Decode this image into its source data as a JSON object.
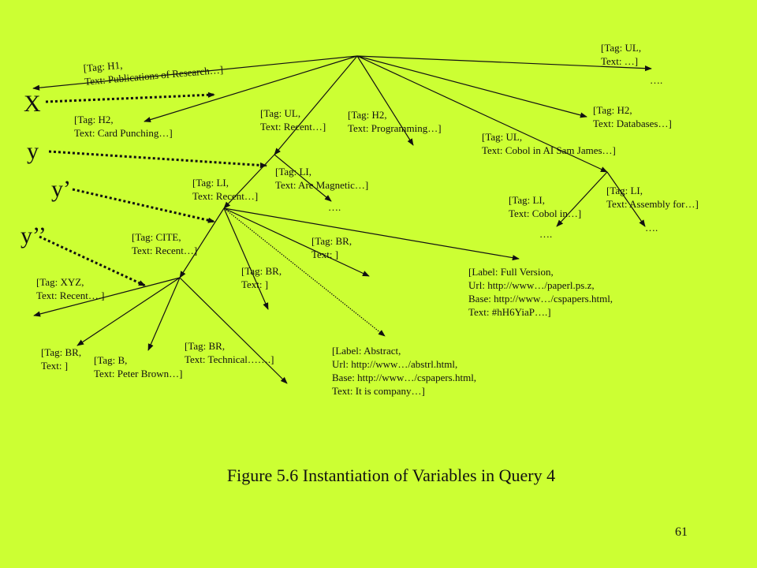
{
  "variables": {
    "x": "X",
    "y": "y",
    "y1": "y’",
    "y2": "y’’"
  },
  "nodes": {
    "h1": "[Tag: H1,\nText: Publications of Research…]",
    "ul_top": "[Tag: UL,\nText: …]",
    "h2_card": "[Tag: H2,\nText: Card Punching…]",
    "ul_recent": "[Tag: UL,\nText: Recent…]",
    "h2_prog": "[Tag: H2,\nText: Programming…]",
    "h2_db": "[Tag: H2,\nText: Databases…]",
    "ul_cobol": "[Tag: UL,\nText: Cobol in AI Sam James…]",
    "li_recent": "[Tag: LI,\nText: Recent…]",
    "li_magnetic": "[Tag: LI,\nText: Are Magnetic…]",
    "li_cobol": "[Tag: LI,\nText: Cobol in…]",
    "li_assembly": "[Tag: LI,\nText: Assembly for…]",
    "cite": "[Tag: CITE,\nText: Recent…]",
    "br_mid": "[Tag: BR,\nText: ]",
    "br_right": "[Tag: BR,\nText: ]",
    "full_version": "[Label: Full Version,\nUrl: http://www…/paperl.ps.z,\nBase: http://www…/cspapers.html,\nText: #hH6YiaP….]",
    "xyz": "[Tag: XYZ,\nText: Recent….]",
    "br_left": "[Tag: BR,\nText: ]",
    "b_peter": "[Tag: B,\nText: Peter Brown…]",
    "br_technical": "[Tag: BR,\nText: Technical…….]",
    "abstract": "[Label: Abstract,\nUrl: http://www…/abstrl.html,\nBase: http://www…/cspapers.html,\nText: It is company…]"
  },
  "ellipses": {
    "top_right": "….",
    "magnetic": "….",
    "cobol": "….",
    "assembly": "…."
  },
  "caption": "Figure 5.6 Instantiation of Variables in Query 4",
  "page_number": "61"
}
